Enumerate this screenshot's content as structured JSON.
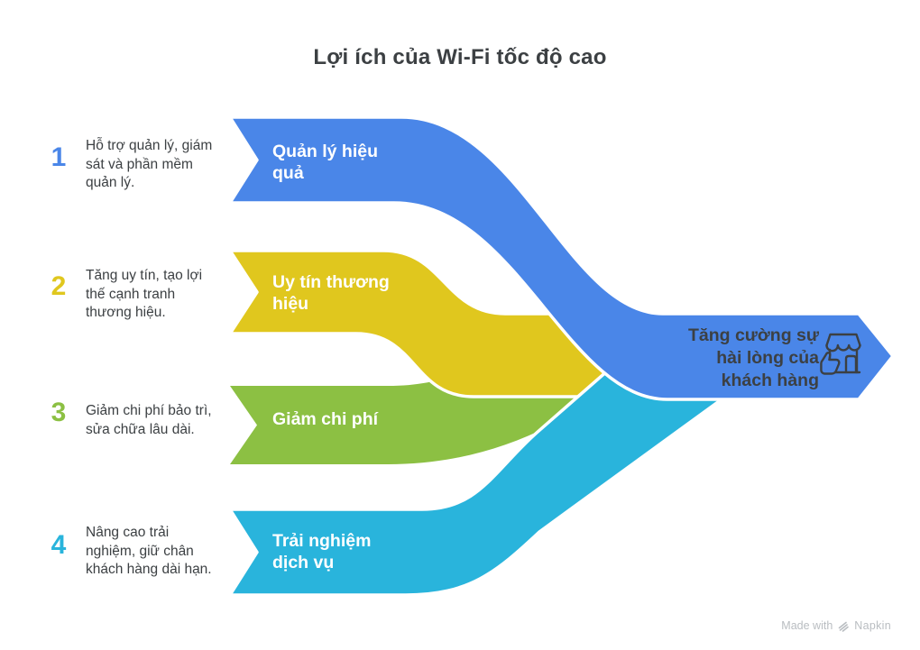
{
  "title": "Lợi ích của Wi-Fi tốc độ cao",
  "items": [
    {
      "number": "1",
      "description": "Hỗ trợ quản lý, giám sát và phần mềm quản lý.",
      "label": "Quản lý hiệu quả",
      "color": "#4A86E8"
    },
    {
      "number": "2",
      "description": "Tăng uy tín, tạo lợi thế cạnh tranh thương hiệu.",
      "label": "Uy tín thương hiệu",
      "color": "#E0C71E"
    },
    {
      "number": "3",
      "description": "Giảm chi phí bảo trì, sửa chữa lâu dài.",
      "label": "Giảm chi phí",
      "color": "#8CC043"
    },
    {
      "number": "4",
      "description": "Nâng cao trải nghiệm, giữ chân khách hàng dài hạn.",
      "label": "Trải nghiệm dịch vụ",
      "color": "#29B4DC"
    }
  ],
  "outcome": {
    "label": "Tăng cường sự hài lòng của khách hàng",
    "color": "#4A86E8",
    "icon": "storefront-thumbs-up-icon",
    "text_color": "#3C4043"
  },
  "footer": {
    "made_with": "Made with",
    "brand": "Napkin"
  },
  "colors": {
    "background": "#FFFFFF",
    "heading_text": "#3C4043",
    "body_text": "#3C4043",
    "band_label_text": "#FFFFFF",
    "footer_text": "#B9BDC1"
  }
}
